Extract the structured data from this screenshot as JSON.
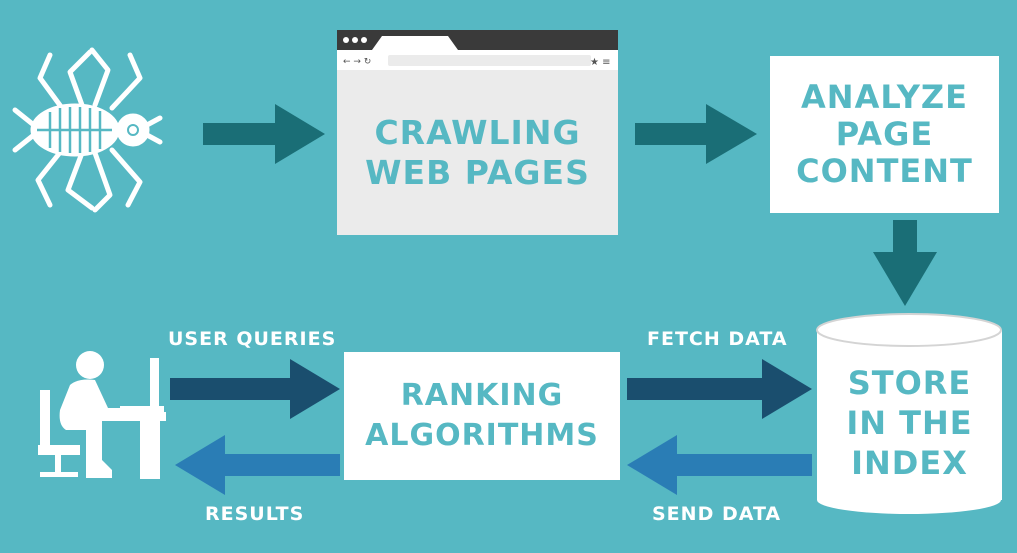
{
  "colors": {
    "background": "#56b8c3",
    "arrow_dark": "#1a4e6e",
    "arrow_teal": "#1a6e76",
    "arrow_blue": "#2a7db5",
    "box_fill": "#ffffff",
    "box_text": "#56b8c3"
  },
  "nodes": {
    "crawling": "CRAWLING\nWEB PAGES",
    "analyze": "ANALYZE\nPAGE\nCONTENT",
    "store": "STORE\nIN THE\nINDEX",
    "ranking": "RANKING\nALGORITHMS"
  },
  "labels": {
    "user_queries": "USER QUERIES",
    "results": "RESULTS",
    "fetch_data": "FETCH DATA",
    "send_data": "SEND DATA"
  },
  "icons": {
    "spider": "spider-icon",
    "browser": "browser-window-icon",
    "user": "user-at-desk-icon",
    "database": "database-cylinder-icon"
  }
}
